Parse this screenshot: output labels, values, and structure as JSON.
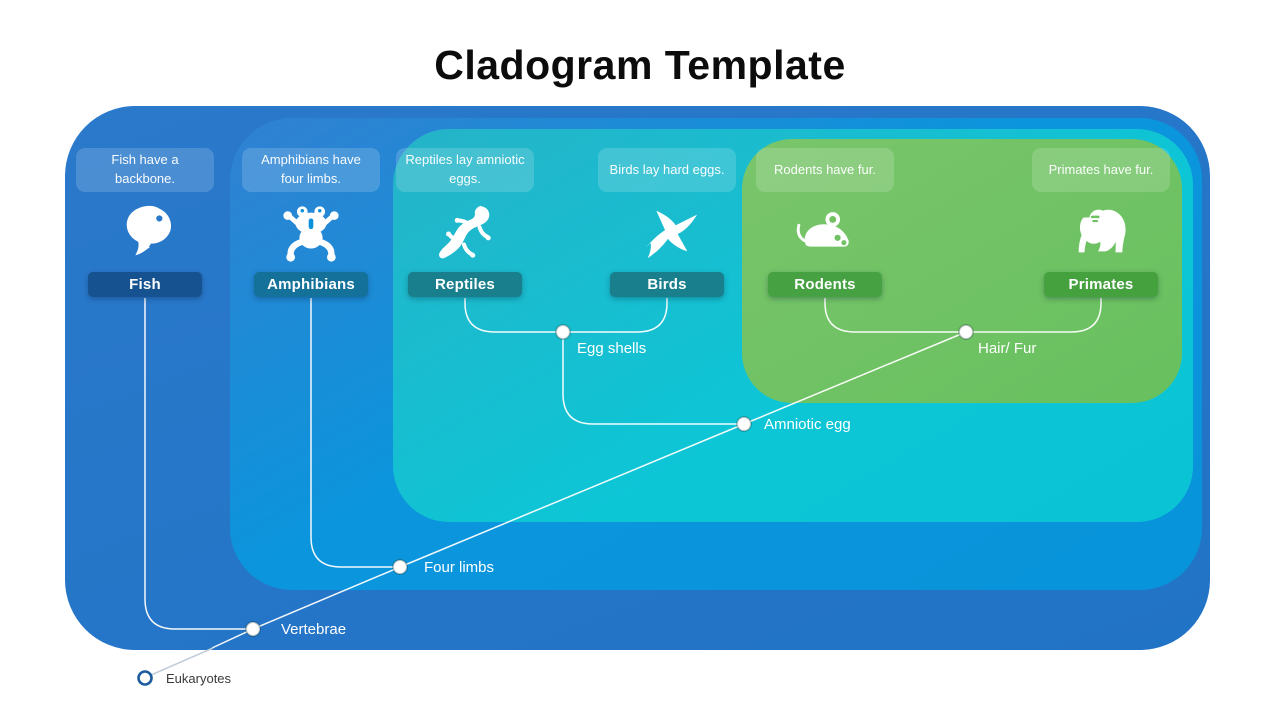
{
  "title": "Cladogram Template",
  "clade_boxes": {
    "outer_color": "#2376c8",
    "vertebrates_color": "#0b94db",
    "amniotes_color": "#11c2d3",
    "mammals_color": "#6fc262"
  },
  "columns": [
    {
      "id": "fish",
      "caption": "Fish have a backbone.",
      "label": "Fish",
      "badge_color": "#15528f"
    },
    {
      "id": "amphibians",
      "caption": "Amphibians have four limbs.",
      "label": "Amphibians",
      "badge_color": "#14719a"
    },
    {
      "id": "reptiles",
      "caption": "Reptiles lay amniotic eggs.",
      "label": "Reptiles",
      "badge_color": "#197f8c"
    },
    {
      "id": "birds",
      "caption": "Birds lay hard eggs.",
      "label": "Birds",
      "badge_color": "#197f8c"
    },
    {
      "id": "rodents",
      "caption": "Rodents have fur.",
      "label": "Rodents",
      "badge_color": "#46a142"
    },
    {
      "id": "primates",
      "caption": "Primates have fur.",
      "label": "Primates",
      "badge_color": "#45a13e"
    }
  ],
  "nodes": [
    {
      "id": "egg-shells",
      "label": "Egg shells"
    },
    {
      "id": "hair-fur",
      "label": "Hair/ Fur"
    },
    {
      "id": "amniotic-egg",
      "label": "Amniotic egg"
    },
    {
      "id": "four-limbs",
      "label": "Four limbs"
    },
    {
      "id": "vertebrae",
      "label": "Vertebrae"
    },
    {
      "id": "eukaryotes",
      "label": "Eukaryotes"
    }
  ]
}
